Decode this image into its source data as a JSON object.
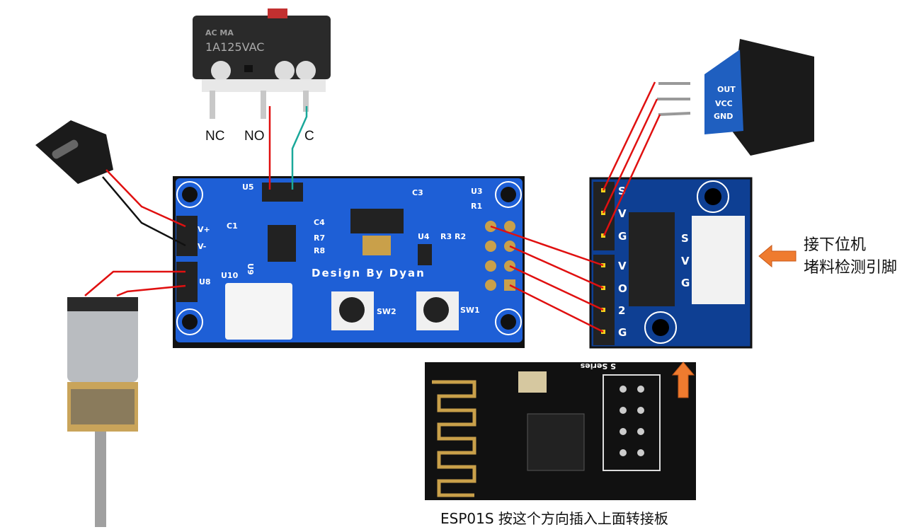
{
  "switch": {
    "marking": "1A125VAC",
    "logos": "AC MA",
    "pins": {
      "nc": "NC",
      "no": "NO",
      "c": "C"
    }
  },
  "main_board": {
    "credit": "Design By Dyan",
    "labels": {
      "u5": "U5",
      "c1": "C1",
      "vplus": "V+",
      "vminus": "V-",
      "u8": "U8",
      "u10": "U10",
      "u9": "U9",
      "c4": "C4",
      "r7": "R7",
      "r8": "R8",
      "c3": "C3",
      "u3": "U3",
      "r1": "R1",
      "u4": "U4",
      "r3": "R3",
      "r2": "R2",
      "sw1": "SW1",
      "sw2": "SW2"
    }
  },
  "sensor": {
    "pins": [
      "OUT",
      "VCC",
      "GND"
    ]
  },
  "adapter_board": {
    "left_header_top": [
      "S",
      "V",
      "G"
    ],
    "left_header_bottom": [
      "V",
      "O",
      "2",
      "G"
    ],
    "connector": [
      "S",
      "V",
      "G"
    ]
  },
  "annotations": {
    "lower_machine_line1": "接下位机",
    "lower_machine_line2": "堵料检测引脚",
    "esp_caption": "ESP01S 按这个方向插入上面转接板"
  },
  "esp_module": {
    "silk": "S Series"
  },
  "colors": {
    "pcb_blue": "#1e5fd6",
    "adapter_blue": "#0e3f93",
    "wire_red": "#e01010",
    "wire_teal": "#1aa89a",
    "arrow_orange": "#ef7b2f"
  }
}
